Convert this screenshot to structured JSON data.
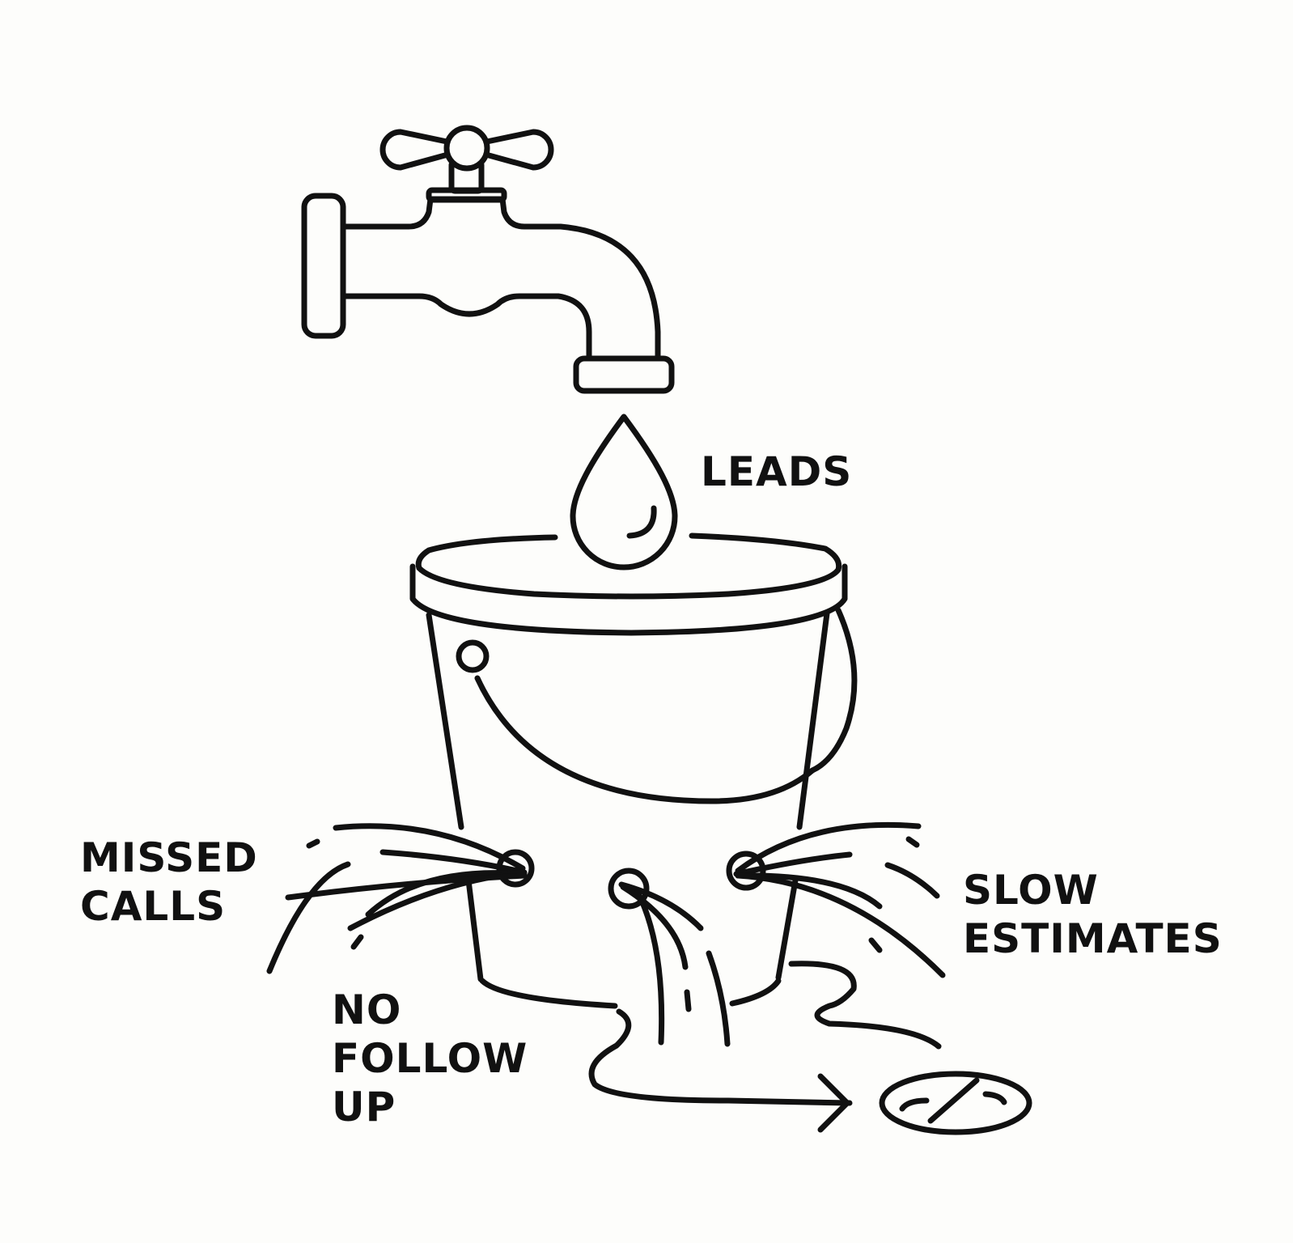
{
  "labels": {
    "leads": "LEADS",
    "missed_calls": [
      "MISSED",
      "CALLS"
    ],
    "slow_estimates": [
      "SLOW",
      "ESTIMATES"
    ],
    "no_follow_up": [
      "NO",
      "FOLLOW",
      "UP"
    ]
  },
  "colors": {
    "ink": "#111111",
    "background": "#fdfdfb"
  }
}
